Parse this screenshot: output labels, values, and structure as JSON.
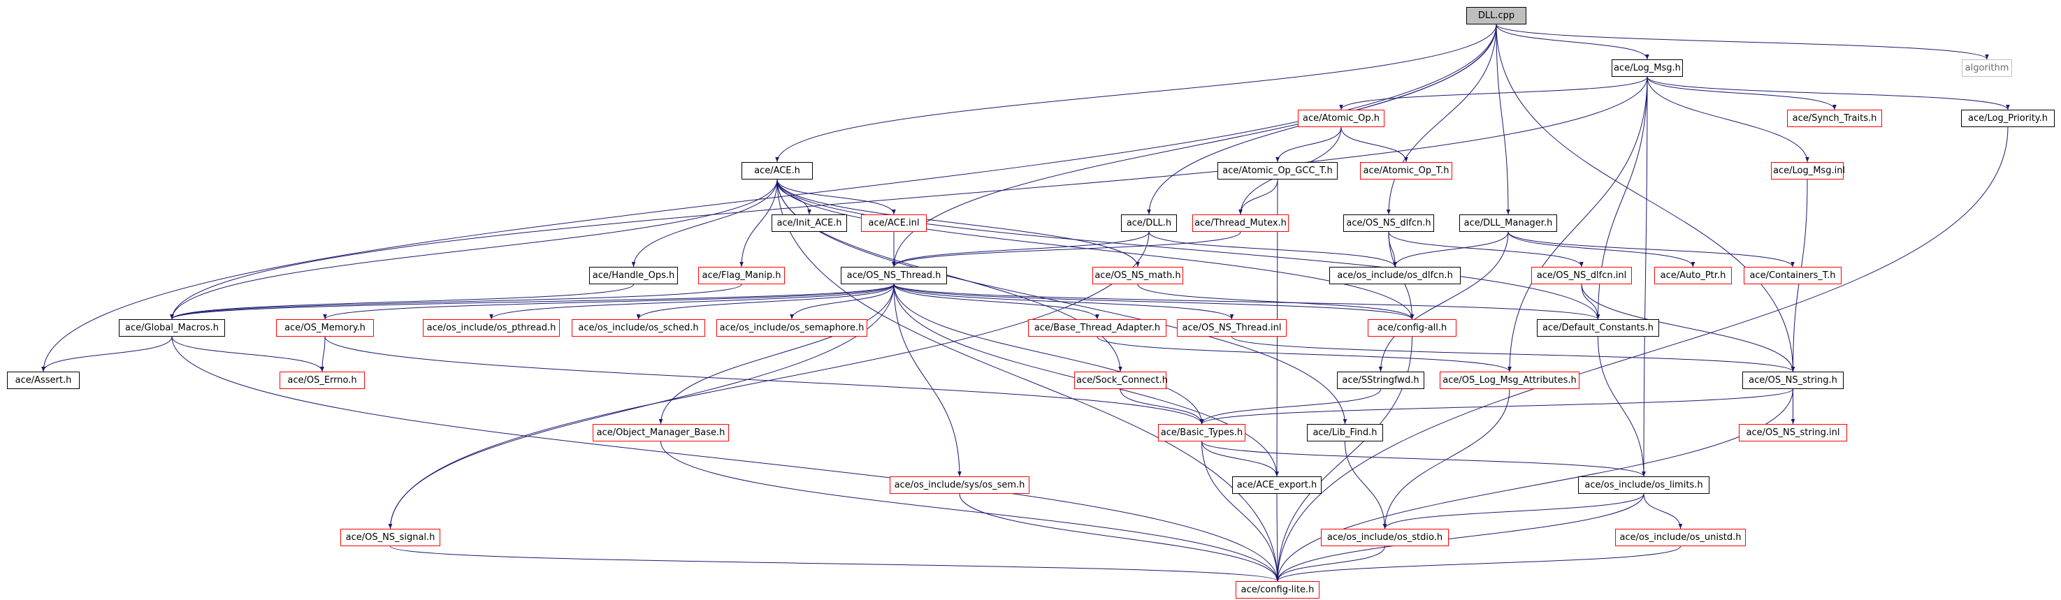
{
  "colors": {
    "edge": "#191970",
    "node_border": "#000000",
    "incomplete_border": "#ff0000",
    "external_border": "#bfbfbf",
    "root_fill": "#bfbfbf"
  },
  "nodes": [
    {
      "id": "dll_cpp",
      "label": "DLL.cpp",
      "kind": "root"
    },
    {
      "id": "log_msg",
      "label": "ace/Log_Msg.h",
      "kind": "normal"
    },
    {
      "id": "algorithm",
      "label": "algorithm",
      "kind": "external"
    },
    {
      "id": "atomic_op",
      "label": "ace/Atomic_Op.h",
      "kind": "incomplete"
    },
    {
      "id": "synch_traits",
      "label": "ace/Synch_Traits.h",
      "kind": "incomplete"
    },
    {
      "id": "log_priority",
      "label": "ace/Log_Priority.h",
      "kind": "normal"
    },
    {
      "id": "ace_h",
      "label": "ace/ACE.h",
      "kind": "normal"
    },
    {
      "id": "atomic_gcc",
      "label": "ace/Atomic_Op_GCC_T.h",
      "kind": "normal"
    },
    {
      "id": "atomic_op_t",
      "label": "ace/Atomic_Op_T.h",
      "kind": "incomplete"
    },
    {
      "id": "log_msg_inl",
      "label": "ace/Log_Msg.inl",
      "kind": "incomplete"
    },
    {
      "id": "init_ace",
      "label": "ace/Init_ACE.h",
      "kind": "normal"
    },
    {
      "id": "ace_inl",
      "label": "ace/ACE.inl",
      "kind": "incomplete"
    },
    {
      "id": "dll_h",
      "label": "ace/DLL.h",
      "kind": "normal"
    },
    {
      "id": "thread_mutex",
      "label": "ace/Thread_Mutex.h",
      "kind": "incomplete"
    },
    {
      "id": "os_ns_dlfcn",
      "label": "ace/OS_NS_dlfcn.h",
      "kind": "normal"
    },
    {
      "id": "dll_manager",
      "label": "ace/DLL_Manager.h",
      "kind": "normal"
    },
    {
      "id": "handle_ops",
      "label": "ace/Handle_Ops.h",
      "kind": "normal"
    },
    {
      "id": "flag_manip",
      "label": "ace/Flag_Manip.h",
      "kind": "incomplete"
    },
    {
      "id": "os_ns_thread",
      "label": "ace/OS_NS_Thread.h",
      "kind": "normal"
    },
    {
      "id": "os_ns_math",
      "label": "ace/OS_NS_math.h",
      "kind": "incomplete"
    },
    {
      "id": "os_include_dlfcn",
      "label": "ace/os_include/os_dlfcn.h",
      "kind": "normal"
    },
    {
      "id": "os_ns_dlfcn_inl",
      "label": "ace/OS_NS_dlfcn.inl",
      "kind": "incomplete"
    },
    {
      "id": "auto_ptr",
      "label": "ace/Auto_Ptr.h",
      "kind": "incomplete"
    },
    {
      "id": "containers_t",
      "label": "ace/Containers_T.h",
      "kind": "incomplete"
    },
    {
      "id": "global_macros",
      "label": "ace/Global_Macros.h",
      "kind": "normal"
    },
    {
      "id": "os_memory",
      "label": "ace/OS_Memory.h",
      "kind": "incomplete"
    },
    {
      "id": "os_pthread",
      "label": "ace/os_include/os_pthread.h",
      "kind": "incomplete"
    },
    {
      "id": "os_sched",
      "label": "ace/os_include/os_sched.h",
      "kind": "incomplete"
    },
    {
      "id": "os_semaphore",
      "label": "ace/os_include/os_semaphore.h",
      "kind": "incomplete"
    },
    {
      "id": "base_thread_adapter",
      "label": "ace/Base_Thread_Adapter.h",
      "kind": "incomplete"
    },
    {
      "id": "os_ns_thread_inl",
      "label": "ace/OS_NS_Thread.inl",
      "kind": "incomplete"
    },
    {
      "id": "config_all",
      "label": "ace/config-all.h",
      "kind": "incomplete"
    },
    {
      "id": "default_constants",
      "label": "ace/Default_Constants.h",
      "kind": "normal"
    },
    {
      "id": "assert_h",
      "label": "ace/Assert.h",
      "kind": "normal"
    },
    {
      "id": "os_errno",
      "label": "ace/OS_Errno.h",
      "kind": "incomplete"
    },
    {
      "id": "sock_connect",
      "label": "ace/Sock_Connect.h",
      "kind": "incomplete"
    },
    {
      "id": "sstringfwd",
      "label": "ace/SStringfwd.h",
      "kind": "normal"
    },
    {
      "id": "log_msg_attr",
      "label": "ace/OS_Log_Msg_Attributes.h",
      "kind": "incomplete"
    },
    {
      "id": "os_ns_string",
      "label": "ace/OS_NS_string.h",
      "kind": "normal"
    },
    {
      "id": "object_manager_base",
      "label": "ace/Object_Manager_Base.h",
      "kind": "incomplete"
    },
    {
      "id": "basic_types",
      "label": "ace/Basic_Types.h",
      "kind": "incomplete"
    },
    {
      "id": "lib_find",
      "label": "ace/Lib_Find.h",
      "kind": "normal"
    },
    {
      "id": "os_ns_string_inl",
      "label": "ace/OS_NS_string.inl",
      "kind": "incomplete"
    },
    {
      "id": "os_sem",
      "label": "ace/os_include/sys/os_sem.h",
      "kind": "incomplete"
    },
    {
      "id": "ace_export",
      "label": "ace/ACE_export.h",
      "kind": "normal"
    },
    {
      "id": "os_limits",
      "label": "ace/os_include/os_limits.h",
      "kind": "normal"
    },
    {
      "id": "os_ns_signal",
      "label": "ace/OS_NS_signal.h",
      "kind": "incomplete"
    },
    {
      "id": "os_stdio",
      "label": "ace/os_include/os_stdio.h",
      "kind": "incomplete"
    },
    {
      "id": "os_unistd",
      "label": "ace/os_include/os_unistd.h",
      "kind": "incomplete"
    },
    {
      "id": "config_lite",
      "label": "ace/config-lite.h",
      "kind": "incomplete"
    }
  ],
  "edges": [
    [
      "dll_cpp",
      "log_msg"
    ],
    [
      "dll_cpp",
      "algorithm"
    ],
    [
      "dll_cpp",
      "ace_h"
    ],
    [
      "dll_cpp",
      "dll_h"
    ],
    [
      "dll_cpp",
      "os_ns_dlfcn"
    ],
    [
      "dll_cpp",
      "dll_manager"
    ],
    [
      "dll_cpp",
      "os_ns_thread"
    ],
    [
      "dll_cpp",
      "os_ns_string"
    ],
    [
      "dll_cpp",
      "assert_h"
    ],
    [
      "log_msg",
      "atomic_op"
    ],
    [
      "log_msg",
      "synch_traits"
    ],
    [
      "log_msg",
      "log_priority"
    ],
    [
      "log_msg",
      "log_msg_inl"
    ],
    [
      "log_msg",
      "default_constants"
    ],
    [
      "log_msg",
      "log_msg_attr"
    ],
    [
      "log_msg",
      "os_limits"
    ],
    [
      "log_msg",
      "global_macros"
    ],
    [
      "atomic_op",
      "atomic_gcc"
    ],
    [
      "atomic_op",
      "atomic_op_t"
    ],
    [
      "atomic_op",
      "thread_mutex"
    ],
    [
      "atomic_gcc",
      "thread_mutex"
    ],
    [
      "atomic_gcc",
      "ace_export"
    ],
    [
      "log_priority",
      "config_lite"
    ],
    [
      "log_msg_inl",
      "os_ns_string"
    ],
    [
      "ace_h",
      "init_ace"
    ],
    [
      "ace_h",
      "ace_inl"
    ],
    [
      "ace_h",
      "handle_ops"
    ],
    [
      "ace_h",
      "flag_manip"
    ],
    [
      "ace_h",
      "os_ns_math"
    ],
    [
      "ace_h",
      "sock_connect"
    ],
    [
      "ace_h",
      "global_macros"
    ],
    [
      "ace_h",
      "default_constants"
    ],
    [
      "ace_h",
      "config_lite"
    ],
    [
      "ace_h",
      "lib_find"
    ],
    [
      "ace_h",
      "config_all"
    ],
    [
      "ace_inl",
      "os_ns_thread"
    ],
    [
      "dll_h",
      "os_include_dlfcn"
    ],
    [
      "dll_h",
      "os_ns_signal"
    ],
    [
      "dll_h",
      "os_ns_thread"
    ],
    [
      "thread_mutex",
      "os_ns_thread"
    ],
    [
      "os_ns_dlfcn",
      "os_include_dlfcn"
    ],
    [
      "os_ns_dlfcn",
      "os_ns_dlfcn_inl"
    ],
    [
      "os_ns_dlfcn",
      "config_all"
    ],
    [
      "dll_manager",
      "os_include_dlfcn"
    ],
    [
      "dll_manager",
      "auto_ptr"
    ],
    [
      "dll_manager",
      "containers_t"
    ],
    [
      "dll_manager",
      "sstringfwd"
    ],
    [
      "os_ns_dlfcn_inl",
      "default_constants"
    ],
    [
      "os_ns_dlfcn_inl",
      "os_ns_string"
    ],
    [
      "handle_ops",
      "global_macros"
    ],
    [
      "flag_manip",
      "global_macros"
    ],
    [
      "os_ns_thread",
      "global_macros"
    ],
    [
      "os_ns_thread",
      "os_memory"
    ],
    [
      "os_ns_thread",
      "os_pthread"
    ],
    [
      "os_ns_thread",
      "os_sched"
    ],
    [
      "os_ns_thread",
      "os_semaphore"
    ],
    [
      "os_ns_thread",
      "base_thread_adapter"
    ],
    [
      "os_ns_thread",
      "os_ns_thread_inl"
    ],
    [
      "os_ns_thread",
      "config_all"
    ],
    [
      "os_ns_thread",
      "default_constants"
    ],
    [
      "os_ns_thread",
      "object_manager_base"
    ],
    [
      "os_ns_thread",
      "basic_types"
    ],
    [
      "os_ns_thread",
      "os_sem"
    ],
    [
      "os_ns_thread",
      "ace_export"
    ],
    [
      "os_ns_thread",
      "os_ns_signal"
    ],
    [
      "os_ns_math",
      "config_all"
    ],
    [
      "global_macros",
      "assert_h"
    ],
    [
      "global_macros",
      "os_errno"
    ],
    [
      "global_macros",
      "config_lite"
    ],
    [
      "os_memory",
      "os_errno"
    ],
    [
      "os_memory",
      "basic_types"
    ],
    [
      "base_thread_adapter",
      "log_msg_attr"
    ],
    [
      "os_ns_thread_inl",
      "os_ns_string"
    ],
    [
      "config_all",
      "config_lite"
    ],
    [
      "default_constants",
      "os_limits"
    ],
    [
      "sock_connect",
      "basic_types"
    ],
    [
      "sstringfwd",
      "basic_types"
    ],
    [
      "log_msg_attr",
      "os_stdio"
    ],
    [
      "os_ns_string",
      "basic_types"
    ],
    [
      "os_ns_string",
      "os_ns_string_inl"
    ],
    [
      "os_ns_string",
      "config_lite"
    ],
    [
      "object_manager_base",
      "config_lite"
    ],
    [
      "basic_types",
      "ace_export"
    ],
    [
      "basic_types",
      "os_limits"
    ],
    [
      "basic_types",
      "config_lite"
    ],
    [
      "lib_find",
      "os_stdio"
    ],
    [
      "os_sem",
      "config_lite"
    ],
    [
      "ace_export",
      "config_lite"
    ],
    [
      "os_limits",
      "os_stdio"
    ],
    [
      "os_limits",
      "os_unistd"
    ],
    [
      "os_limits",
      "config_lite"
    ],
    [
      "os_ns_signal",
      "config_lite"
    ],
    [
      "os_stdio",
      "config_lite"
    ],
    [
      "os_unistd",
      "config_lite"
    ]
  ]
}
